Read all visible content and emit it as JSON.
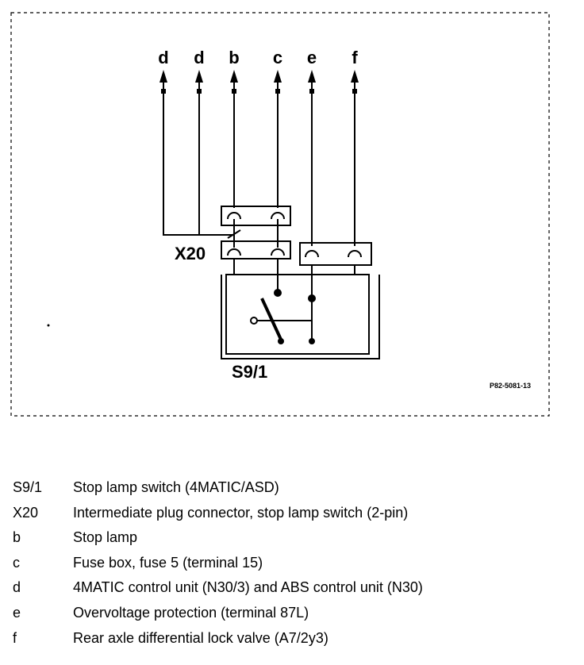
{
  "diagram": {
    "wires": [
      {
        "label": "d"
      },
      {
        "label": "d"
      },
      {
        "label": "b"
      },
      {
        "label": "c"
      },
      {
        "label": "e"
      },
      {
        "label": "f"
      }
    ],
    "connector_label": "X20",
    "component_label": "S9/1",
    "figure_code": "P82-5081-13"
  },
  "legend": [
    {
      "code": "S9/1",
      "description": "Stop lamp switch (4MATIC/ASD)"
    },
    {
      "code": "X20",
      "description": "Intermediate plug connector, stop lamp switch (2-pin)"
    },
    {
      "code": "b",
      "description": "Stop lamp"
    },
    {
      "code": "c",
      "description": "Fuse box, fuse 5 (terminal 15)"
    },
    {
      "code": "d",
      "description": "4MATIC control unit (N30/3) and ABS control unit (N30)"
    },
    {
      "code": "e",
      "description": "Overvoltage protection (terminal 87L)"
    },
    {
      "code": "f",
      "description": "Rear axle differential lock valve (A7/2y3)"
    }
  ]
}
